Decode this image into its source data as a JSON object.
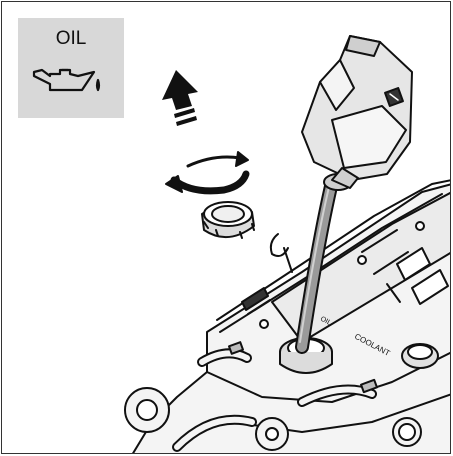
{
  "oil_indicator": {
    "label": "OIL",
    "icon": "oil-can-icon"
  },
  "engine": {
    "cover_text": "COOLANT",
    "cap_text": "OIL"
  },
  "colors": {
    "indicator_bg": "#d8d8d8",
    "line": "#111111",
    "fill_light": "#f2f2f2",
    "fill_mid": "#bdbdbd"
  }
}
